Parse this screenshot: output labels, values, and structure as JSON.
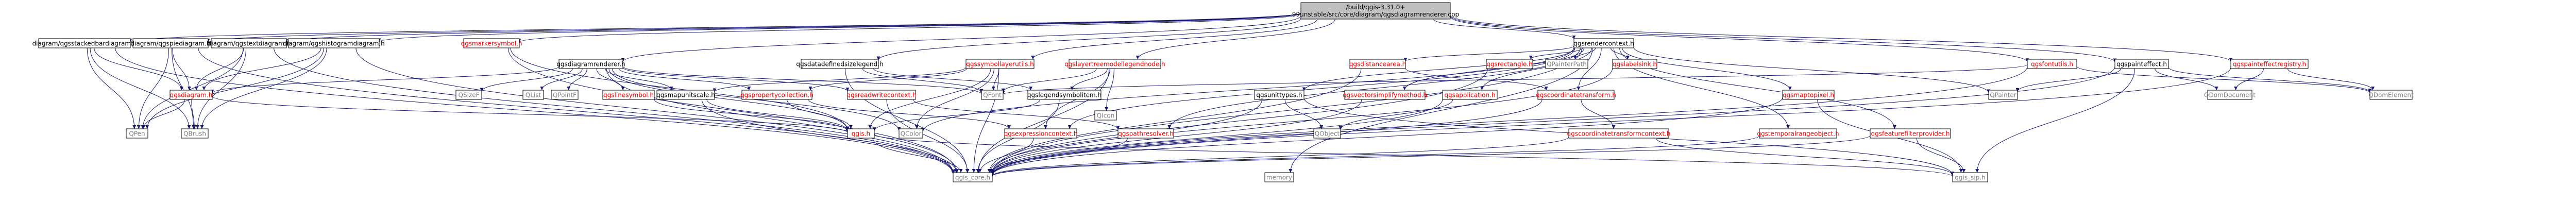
{
  "graph": {
    "title": "",
    "nodes": [
      {
        "id": "root",
        "label": "/build/qgis-3.31.0+99unstable/src/core/diagram/qgsdiagramrenderer.cpp",
        "style": "root"
      },
      {
        "id": "stacked",
        "label": "diagram/qgsstackedbardiagram.h",
        "style": "black"
      },
      {
        "id": "pie",
        "label": "diagram/qgspiediagram.h",
        "style": "black"
      },
      {
        "id": "text",
        "label": "diagram/qgstextdiagram.h",
        "style": "black"
      },
      {
        "id": "histo",
        "label": "diagram/qgshistogramdiagram.h",
        "style": "black"
      },
      {
        "id": "markersym",
        "label": "qgsmarkersymbol.h",
        "style": "red"
      },
      {
        "id": "renderer",
        "label": "qgsdiagramrenderer.h",
        "style": "black"
      },
      {
        "id": "datadef",
        "label": "qgsdatadefinedsizelegend.h",
        "style": "black"
      },
      {
        "id": "symlayerutils",
        "label": "qgssymbollayerutils.h",
        "style": "red"
      },
      {
        "id": "layertree",
        "label": "qgslayertreemodellegendnode.h",
        "style": "red"
      },
      {
        "id": "fontutils",
        "label": "qgsfontutils.h",
        "style": "red"
      },
      {
        "id": "painteffect",
        "label": "qgspainteffect.h",
        "style": "black"
      },
      {
        "id": "peregistry",
        "label": "qgspainteffectregistry.h",
        "style": "red"
      },
      {
        "id": "rendercontext",
        "label": "qgsrendercontext.h",
        "style": "black"
      },
      {
        "id": "diagram",
        "label": "qgsdiagram.h",
        "style": "red"
      },
      {
        "id": "qpen",
        "label": "QPen",
        "style": "gray"
      },
      {
        "id": "qbrush",
        "label": "QBrush",
        "style": "gray"
      },
      {
        "id": "qsizef",
        "label": "QSizeF",
        "style": "gray"
      },
      {
        "id": "qlist",
        "label": "QList",
        "style": "gray"
      },
      {
        "id": "qpointf",
        "label": "QPointF",
        "style": "gray"
      },
      {
        "id": "linesymbol",
        "label": "qgslinesymbol.h",
        "style": "red"
      },
      {
        "id": "unitscale",
        "label": "qgsmapunitscale.h",
        "style": "black"
      },
      {
        "id": "propcoll",
        "label": "qgspropertycollection.h",
        "style": "red"
      },
      {
        "id": "readwrite",
        "label": "qgsreadwritecontext.h",
        "style": "red"
      },
      {
        "id": "legendsymitem",
        "label": "qgslegendsymbolitem.h",
        "style": "black"
      },
      {
        "id": "qfont",
        "label": "QFont",
        "style": "gray"
      },
      {
        "id": "qicon",
        "label": "QIcon",
        "style": "gray"
      },
      {
        "id": "qgis",
        "label": "qgis.h",
        "style": "red"
      },
      {
        "id": "exprctx",
        "label": "qgsexpressioncontext.h",
        "style": "red"
      },
      {
        "id": "qcolor",
        "label": "QColor",
        "style": "gray"
      },
      {
        "id": "coretypes",
        "label": "qgsunittypes.h",
        "style": "black"
      },
      {
        "id": "application",
        "label": "qgsapplication.h",
        "style": "red"
      },
      {
        "id": "vectorsimplify",
        "label": "qgsvectorsimplifymethod.h",
        "style": "red"
      },
      {
        "id": "distancearea",
        "label": "qgsdistancearea.h",
        "style": "red"
      },
      {
        "id": "rectangle",
        "label": "qgsrectangle.h",
        "style": "red"
      },
      {
        "id": "qpainterpath",
        "label": "QPainterPath",
        "style": "gray"
      },
      {
        "id": "labelsink",
        "label": "qgslabelsink.h",
        "style": "red"
      },
      {
        "id": "coordtransform",
        "label": "qgscoordinatetransform.h",
        "style": "red"
      },
      {
        "id": "maptopixel",
        "label": "qgsmaptopixel.h",
        "style": "red"
      },
      {
        "id": "qdomdocument",
        "label": "QDomDocument",
        "style": "gray"
      },
      {
        "id": "qdomelement",
        "label": "QDomElement",
        "style": "gray"
      },
      {
        "id": "qpainter",
        "label": "QPainter",
        "style": "gray"
      },
      {
        "id": "pathresolver",
        "label": "qgspathresolver.h",
        "style": "red"
      },
      {
        "id": "ctcontext",
        "label": "qgscoordinatetransformcontext.h",
        "style": "red"
      },
      {
        "id": "temporalrange",
        "label": "qgstemporalrangeobject.h",
        "style": "red"
      },
      {
        "id": "featurefilter",
        "label": "qgsfeaturefilterprovider.h",
        "style": "red"
      },
      {
        "id": "qobject",
        "label": "QObject",
        "style": "gray"
      },
      {
        "id": "coreexport",
        "label": "qgis_core.h",
        "style": "gray"
      },
      {
        "id": "memory",
        "label": "memory",
        "style": "gray"
      },
      {
        "id": "qgissip",
        "label": "qgis_sip.h",
        "style": "gray"
      }
    ],
    "edges": [
      [
        "root",
        "stacked"
      ],
      [
        "root",
        "pie"
      ],
      [
        "root",
        "text"
      ],
      [
        "root",
        "histo"
      ],
      [
        "root",
        "markersym"
      ],
      [
        "root",
        "renderer"
      ],
      [
        "root",
        "datadef"
      ],
      [
        "root",
        "symlayerutils"
      ],
      [
        "root",
        "layertree"
      ],
      [
        "root",
        "fontutils"
      ],
      [
        "root",
        "painteffect"
      ],
      [
        "root",
        "peregistry"
      ],
      [
        "root",
        "rendercontext"
      ],
      [
        "stacked",
        "diagram"
      ],
      [
        "stacked",
        "qpen"
      ],
      [
        "stacked",
        "qbrush"
      ],
      [
        "stacked",
        "coreexport"
      ],
      [
        "pie",
        "diagram"
      ],
      [
        "pie",
        "qpen"
      ],
      [
        "pie",
        "qbrush"
      ],
      [
        "pie",
        "coreexport"
      ],
      [
        "text",
        "diagram"
      ],
      [
        "text",
        "qpen"
      ],
      [
        "text",
        "qbrush"
      ],
      [
        "text",
        "coreexport"
      ],
      [
        "histo",
        "diagram"
      ],
      [
        "histo",
        "qpen"
      ],
      [
        "histo",
        "qbrush"
      ],
      [
        "histo",
        "coreexport"
      ],
      [
        "markersym",
        "coreexport"
      ],
      [
        "markersym",
        "qgis"
      ],
      [
        "renderer",
        "qsizef"
      ],
      [
        "renderer",
        "qlist"
      ],
      [
        "renderer",
        "qpointf"
      ],
      [
        "renderer",
        "linesymbol"
      ],
      [
        "renderer",
        "unitscale"
      ],
      [
        "renderer",
        "propcoll"
      ],
      [
        "renderer",
        "readwrite"
      ],
      [
        "renderer",
        "diagram"
      ],
      [
        "renderer",
        "qcolor"
      ],
      [
        "renderer",
        "qfont"
      ],
      [
        "renderer",
        "qgis"
      ],
      [
        "renderer",
        "coreexport"
      ],
      [
        "datadef",
        "qfont"
      ],
      [
        "datadef",
        "legendsymitem"
      ],
      [
        "datadef",
        "coreexport"
      ],
      [
        "symlayerutils",
        "qfont"
      ],
      [
        "symlayerutils",
        "qcolor"
      ],
      [
        "symlayerutils",
        "qgis"
      ],
      [
        "symlayerutils",
        "propcoll"
      ],
      [
        "symlayerutils",
        "unitscale"
      ],
      [
        "symlayerutils",
        "coreexport"
      ],
      [
        "layertree",
        "qicon"
      ],
      [
        "layertree",
        "qfont"
      ],
      [
        "layertree",
        "legendsymitem"
      ],
      [
        "layertree",
        "exprctx"
      ],
      [
        "layertree",
        "coreexport"
      ],
      [
        "fontutils",
        "qfont"
      ],
      [
        "fontutils",
        "qdomelement"
      ],
      [
        "fontutils",
        "coreexport"
      ],
      [
        "painteffect",
        "qpainter"
      ],
      [
        "painteffect",
        "qdomdocument"
      ],
      [
        "painteffect",
        "qdomelement"
      ],
      [
        "painteffect",
        "coreexport"
      ],
      [
        "painteffect",
        "qgissip"
      ],
      [
        "peregistry",
        "qdomelement"
      ],
      [
        "peregistry",
        "qdomdocument"
      ],
      [
        "peregistry",
        "coreexport"
      ],
      [
        "rendercontext",
        "coretypes"
      ],
      [
        "rendercontext",
        "application"
      ],
      [
        "rendercontext",
        "vectorsimplify"
      ],
      [
        "rendercontext",
        "distancearea"
      ],
      [
        "rendercontext",
        "rectangle"
      ],
      [
        "rendercontext",
        "qpainterpath"
      ],
      [
        "rendercontext",
        "labelsink"
      ],
      [
        "rendercontext",
        "coordtransform"
      ],
      [
        "rendercontext",
        "maptopixel"
      ],
      [
        "rendercontext",
        "qpainter"
      ],
      [
        "rendercontext",
        "exprctx"
      ],
      [
        "rendercontext",
        "pathresolver"
      ],
      [
        "rendercontext",
        "temporalrange"
      ],
      [
        "rendercontext",
        "featurefilter"
      ],
      [
        "rendercontext",
        "qcolor"
      ],
      [
        "rendercontext",
        "memory"
      ],
      [
        "rendercontext",
        "coreexport"
      ],
      [
        "diagram",
        "qpen"
      ],
      [
        "diagram",
        "qbrush"
      ],
      [
        "diagram",
        "qgis"
      ],
      [
        "linesymbol",
        "qgis"
      ],
      [
        "unitscale",
        "qgis"
      ],
      [
        "unitscale",
        "coreexport"
      ],
      [
        "propcoll",
        "qgis"
      ],
      [
        "propcoll",
        "exprctx"
      ],
      [
        "readwrite",
        "pathresolver"
      ],
      [
        "readwrite",
        "coreexport"
      ],
      [
        "legendsymitem",
        "coreexport"
      ],
      [
        "legendsymitem",
        "qgis"
      ],
      [
        "qgis",
        "coreexport"
      ],
      [
        "qgis",
        "qgissip"
      ],
      [
        "exprctx",
        "coreexport"
      ],
      [
        "pathresolver",
        "coreexport"
      ],
      [
        "coretypes",
        "qobject"
      ],
      [
        "coretypes",
        "coreexport"
      ],
      [
        "coretypes",
        "qgissip"
      ],
      [
        "application",
        "qobject"
      ],
      [
        "application",
        "coreexport"
      ],
      [
        "vectorsimplify",
        "coreexport"
      ],
      [
        "distancearea",
        "coordtransform"
      ],
      [
        "distancearea",
        "coreexport"
      ],
      [
        "rectangle",
        "coreexport"
      ],
      [
        "labelsink",
        "coreexport"
      ],
      [
        "coordtransform",
        "ctcontext"
      ],
      [
        "coordtransform",
        "coreexport"
      ],
      [
        "ctcontext",
        "coreexport"
      ],
      [
        "ctcontext",
        "qgissip"
      ],
      [
        "maptopixel",
        "coreexport"
      ],
      [
        "maptopixel",
        "qgissip"
      ],
      [
        "temporalrange",
        "coreexport"
      ],
      [
        "featurefilter",
        "coreexport"
      ],
      [
        "featurefilter",
        "qgissip"
      ]
    ]
  }
}
